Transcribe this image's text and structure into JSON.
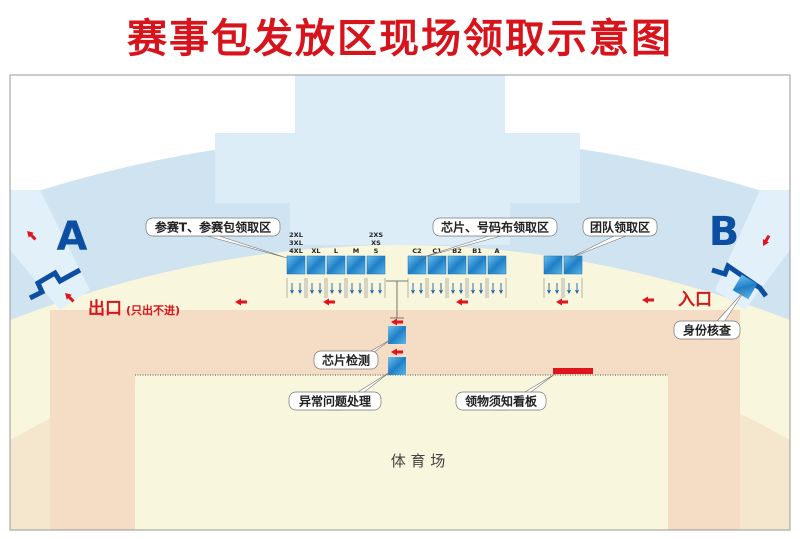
{
  "title": "赛事包发放区现场领取示意图",
  "gates": {
    "a": "A",
    "b": "B"
  },
  "exit_label": "出口",
  "exit_note": "(只出不进)",
  "entry_label": "入口",
  "callouts": {
    "tshirt_zone": "参赛T、参赛包领取区",
    "chip_zone": "芯片、号码布领取区",
    "team_zone": "团队领取区",
    "id_check": "身份核查",
    "chip_check": "芯片检测",
    "exception": "异常问题处理",
    "notice_board": "领物须知看板"
  },
  "tshirt_booths": [
    [
      "2XL",
      "3XL",
      "4XL"
    ],
    [
      "XL"
    ],
    [
      "L"
    ],
    [
      "M"
    ],
    [
      "2XS",
      "XS",
      "S"
    ]
  ],
  "chip_booths": [
    "C2",
    "C1",
    "B2",
    "B1",
    "A"
  ],
  "team_booths": 2,
  "stadium": "体 育 场",
  "colors": {
    "accent": "#d7141c",
    "booth": "#2e86c8",
    "gate": "#0b4ea2"
  }
}
